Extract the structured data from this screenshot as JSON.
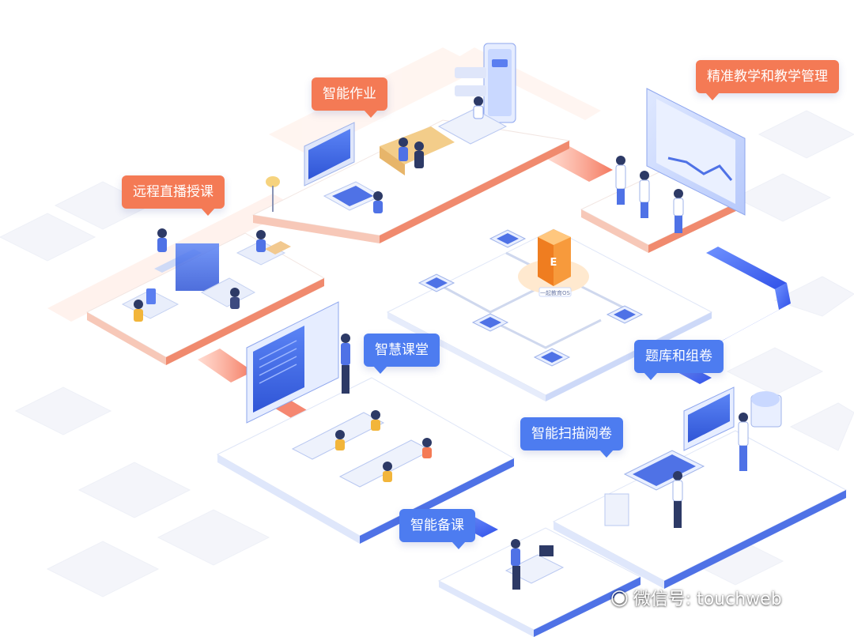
{
  "labels": {
    "remote_live": "远程直播授课",
    "smart_homework": "智能作业",
    "precise_teaching": "精准教学和教学管理",
    "smart_classroom": "智慧课堂",
    "question_bank": "题库和组卷",
    "smart_scan": "智能扫描阅卷",
    "smart_prep": "智能备课"
  },
  "center_text": "一起教育OS",
  "watermark": "微信号: touchweb",
  "colors": {
    "orange_tag": "#f47a55",
    "blue_tag": "#4d7cf0",
    "orange_path": "#f2694d",
    "blue_path": "#3f63f0"
  }
}
